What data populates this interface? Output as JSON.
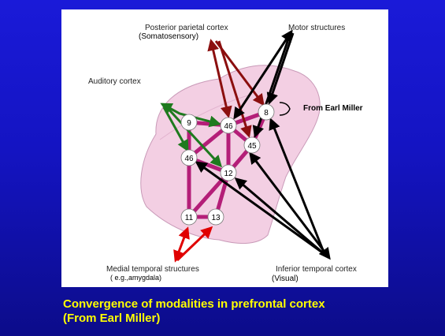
{
  "labels": {
    "posterior_parietal": "Posterior parietal cortex",
    "somatosensory": "(Somatosensory)",
    "motor": "Motor structures",
    "auditory": "Auditory cortex",
    "from_earl_miller": "From Earl Miller",
    "medial_temporal": "Medial temporal structures",
    "amygdala": "( e.g.,amygdala)",
    "inferior_temporal": "Inferior temporal cortex",
    "visual": "(Visual)"
  },
  "areas": {
    "a9": "9",
    "a46_top": "46",
    "a8": "8",
    "a46_left": "46",
    "a45": "45",
    "a12": "12",
    "a11": "11",
    "a13": "13"
  },
  "caption": {
    "line1": "Convergence of modalities in prefrontal cortex",
    "line2": "(From Earl Miller)"
  },
  "colors": {
    "background": "#1414c2",
    "caption": "#ffff00",
    "brain_fill": "#f3cfe3",
    "connection": "#b41e78",
    "parietal_arrow": "#8b0f0f",
    "motor_arrow": "#000000",
    "auditory_arrow": "#1e7a1e",
    "medial_arrow": "#e00000",
    "inferior_arrow": "#000000"
  }
}
